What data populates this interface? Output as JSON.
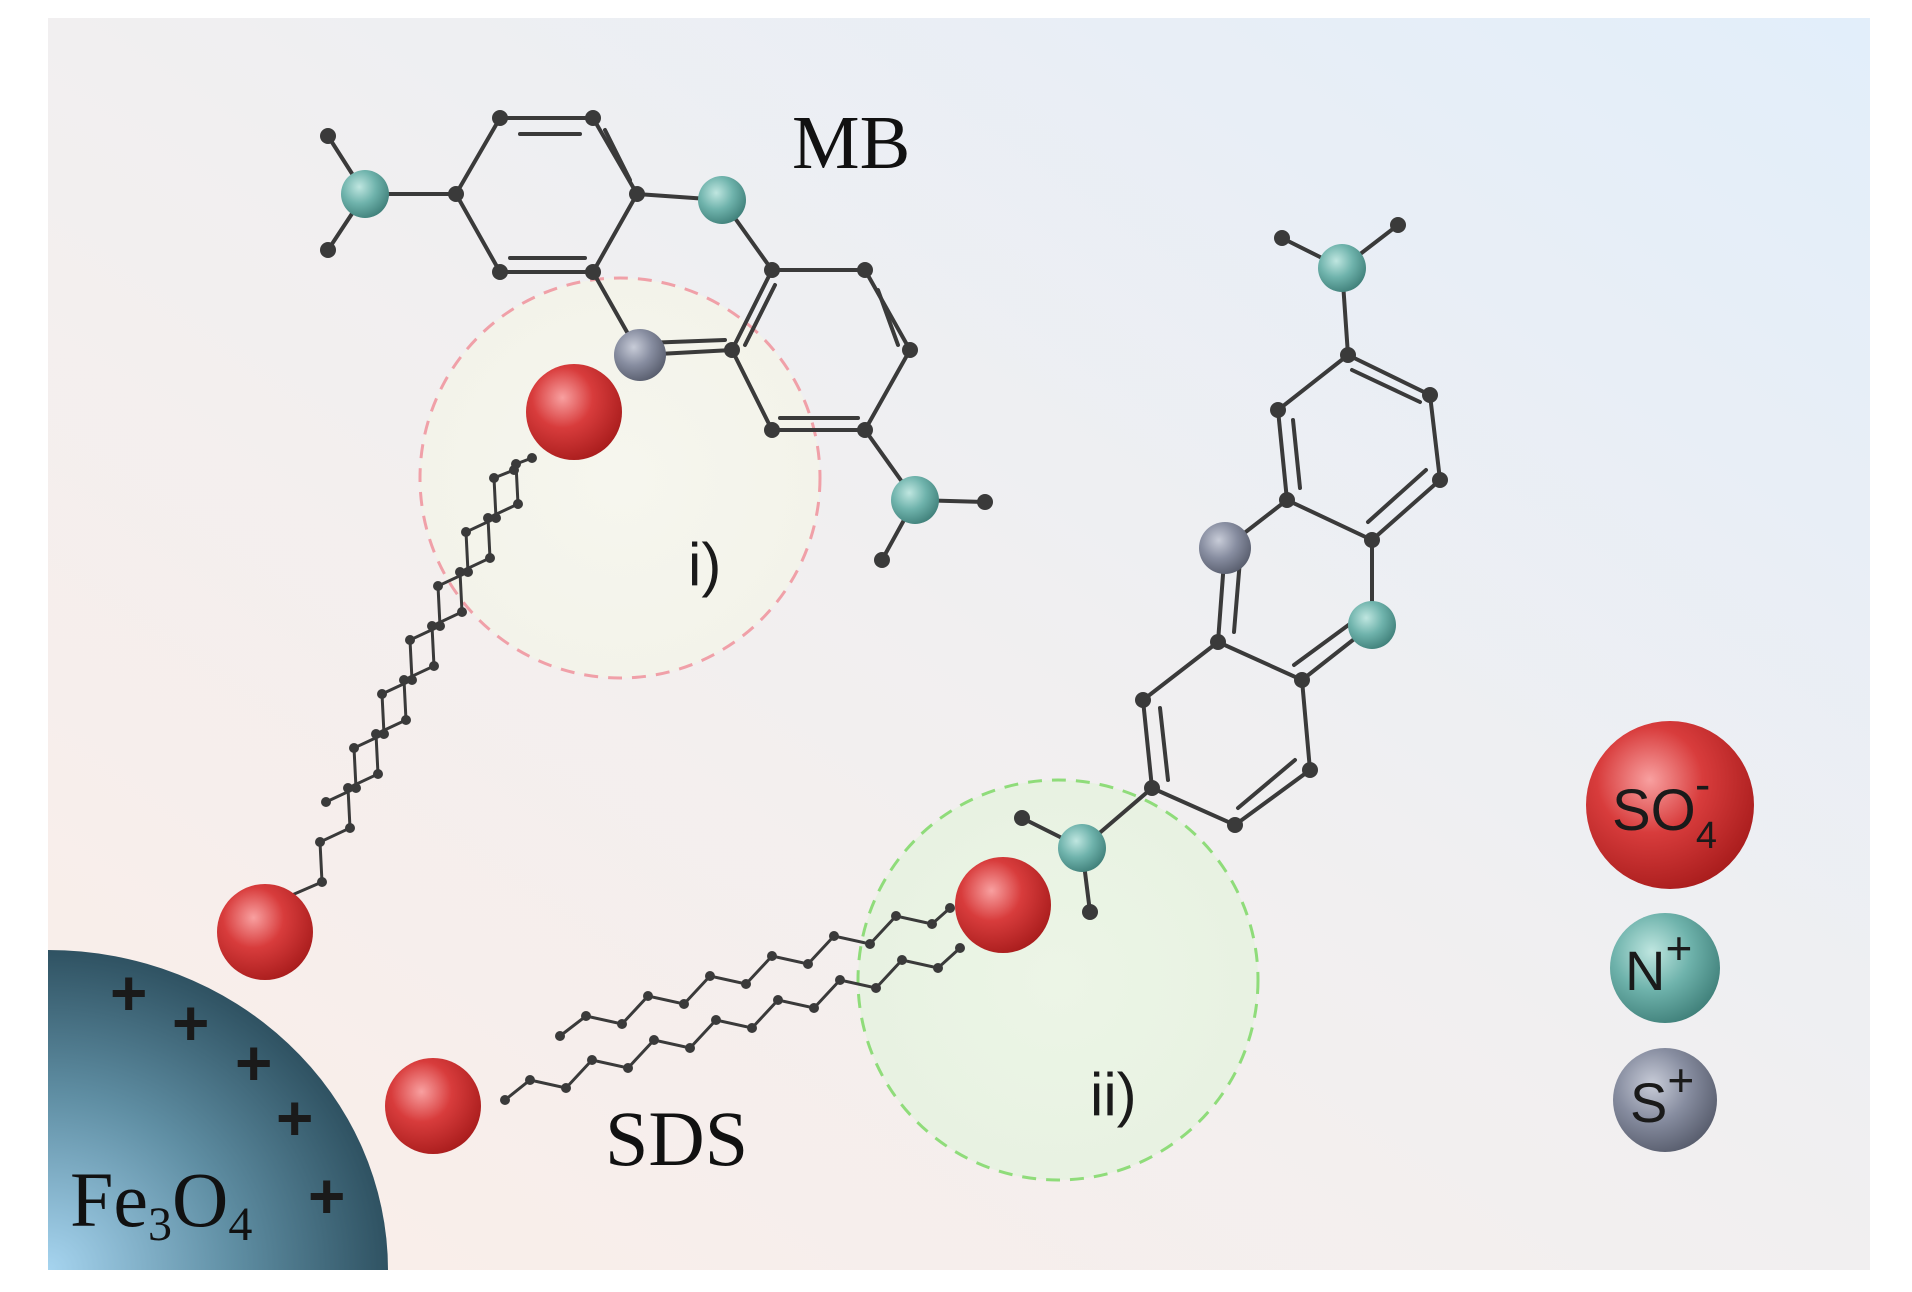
{
  "labels": {
    "mb": "MB",
    "sds": "SDS",
    "site_i": "i)",
    "site_ii": "ii)",
    "fe3o4_fe": "Fe",
    "fe3o4_sub3": "3",
    "fe3o4_o": "O",
    "fe3o4_sub4": "4",
    "plus": "+"
  },
  "legend": [
    {
      "base": "SO",
      "sub": "4",
      "sup": "-",
      "color": "#d63b3b"
    },
    {
      "base": "N",
      "sub": "",
      "sup": "+",
      "color": "#5fa8a1"
    },
    {
      "base": "S",
      "sub": "",
      "sup": "+",
      "color": "#7a8091"
    }
  ],
  "colors": {
    "sulfate": "#d63b3b",
    "nitrogen": "#5fa8a1",
    "sulfur": "#7a8091",
    "bond": "#3a3a3a",
    "fe3o4": "#3f6a7a",
    "site_i_ring": "#f0a0a8",
    "site_ii_ring": "#8fdc7a"
  }
}
